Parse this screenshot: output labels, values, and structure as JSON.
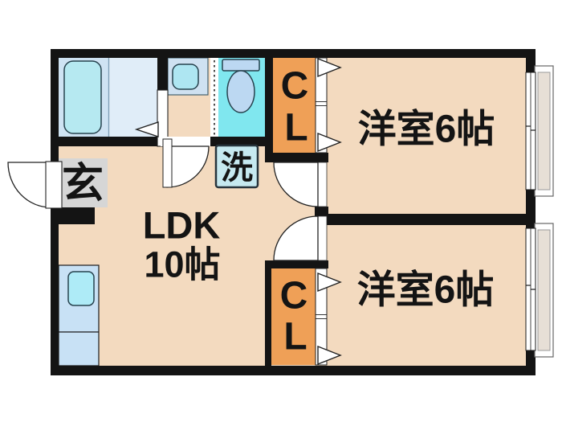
{
  "rooms": {
    "ldk": {
      "name": "LDK",
      "size": "10帖"
    },
    "bedroom_top": {
      "label": "洋室6帖"
    },
    "bedroom_bottom": {
      "label": "洋室6帖"
    },
    "closet_top": {
      "char1": "C",
      "char2": "L"
    },
    "closet_bottom": {
      "char1": "C",
      "char2": "L"
    },
    "entrance": {
      "label": "玄"
    },
    "laundry": {
      "label": "洗"
    }
  },
  "colors": {
    "floor_tan": "#F3DABF",
    "closet_orange": "#EFA057",
    "toilet_cyan": "#80E7EF",
    "bath_blue": "#CFE3F3",
    "bath_blue_light": "#E0EDF8",
    "bathtub_fill": "#B6E9F1",
    "fixture_blue": "#BCD8F2",
    "kitchen_blue": "#C8E1F5",
    "kitchen_sink_cyan": "#AEEBF7",
    "basin_panel": "#CFE1F1",
    "basin_bowl": "#AEE6F2",
    "laundry_fill": "#C6E9F0",
    "entrance_gray": "#D6D6D6",
    "wall_black": "#141414",
    "sash_beige": "#E7DFD6"
  }
}
